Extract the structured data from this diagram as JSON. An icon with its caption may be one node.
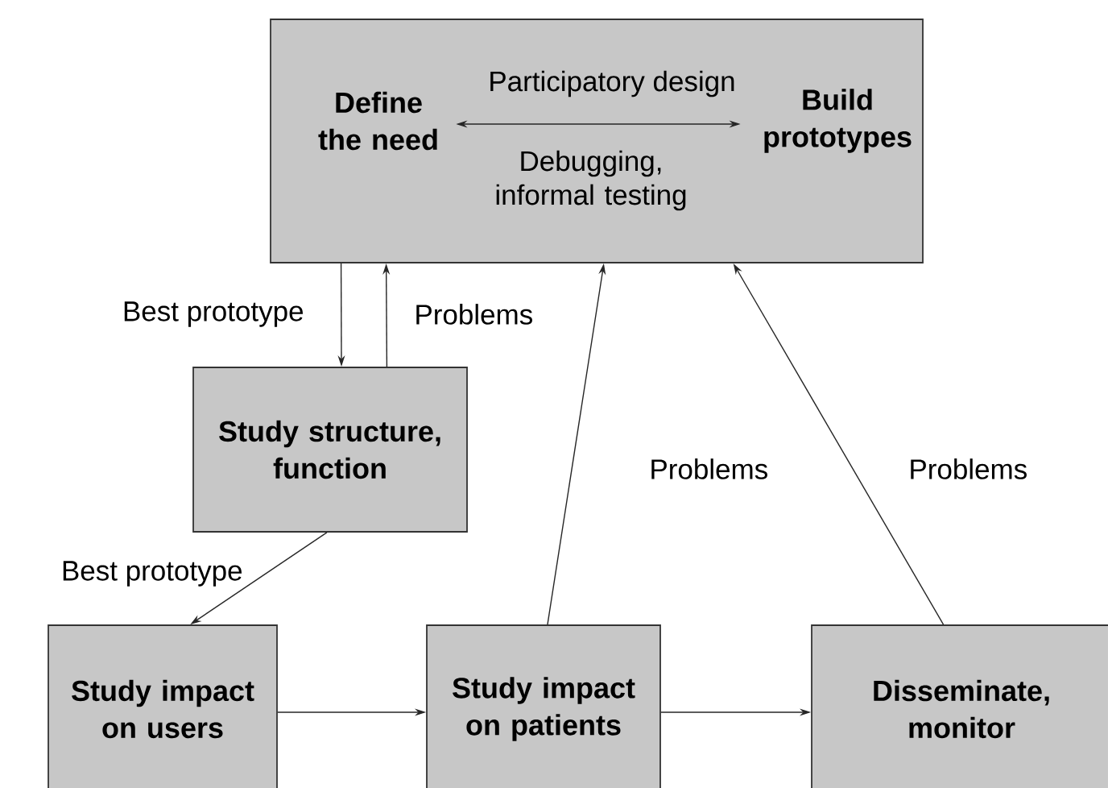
{
  "diagram": {
    "nodes": [
      {
        "text": [],
        "shape": "box"
      },
      {
        "text": [
          "Define the need"
        ],
        "in": 0
      },
      {
        "text": [
          "Build prototypes"
        ],
        "in": 0
      },
      {
        "text": [
          "Study structure, function"
        ]
      },
      {
        "text": [
          "Study impact on users"
        ]
      },
      {
        "text": [
          "Study impact on patients"
        ]
      },
      {
        "text": [
          "Disseminate, monitor"
        ]
      }
    ],
    "edges": [
      {
        "from": 1,
        "to": 2,
        "arrow": "both",
        "label": "Participatory design"
      },
      {
        "from": 0,
        "to": 3,
        "arrow": "to",
        "label": "Best prototype"
      },
      {
        "from": 3,
        "to": 0,
        "arrow": "to",
        "label": "Problems"
      },
      {
        "from": 3,
        "to": 4,
        "arrow": "to",
        "label": "Best prototype"
      },
      {
        "from": 4,
        "to": 5,
        "arrow": "to"
      },
      {
        "from": 5,
        "to": 6,
        "arrow": "to"
      },
      {
        "from": 5,
        "to": 0,
        "arrow": "to",
        "label": "Problems"
      },
      {
        "from": 6,
        "to": 0,
        "arrow": "to",
        "label": "Problems"
      }
    ],
    "labels": [
      "Debugging, informal testing"
    ]
  }
}
